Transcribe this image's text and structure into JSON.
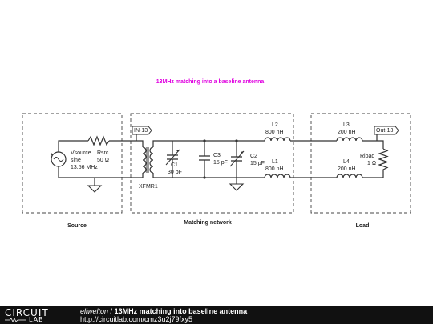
{
  "diagram": {
    "title": "13MHz matching into a baseline antenna",
    "sections": {
      "source": "Source",
      "matching": "Matching network",
      "load": "Load"
    },
    "components": {
      "vsource": [
        "Vsource",
        "sine",
        "13.56 MHz"
      ],
      "rsrc": [
        "Rsrc",
        "50 Ω"
      ],
      "xfmr": "XFMR1",
      "c1": [
        "C1",
        "30 pF"
      ],
      "c3": [
        "C3",
        "15 pF"
      ],
      "c2": [
        "C2",
        "15 pF"
      ],
      "l2": [
        "L2",
        "800 nH"
      ],
      "l1": [
        "L1",
        "800 nH"
      ],
      "l3": [
        "L3",
        "200 nH"
      ],
      "l4": [
        "L4",
        "200 nH"
      ],
      "rload": [
        "Rload",
        "1 Ω"
      ]
    },
    "nodes": {
      "in": "IN-13",
      "out": "Out-13"
    },
    "colors": {
      "title": "#e000e0",
      "wire": "#333333"
    }
  },
  "footer": {
    "logo": [
      "CIRCUIT",
      "LAB"
    ],
    "author": "eliwelton",
    "separator": "/",
    "page_title": "13MHz matching into baseline antenna",
    "url": "http://circuitlab.com/cmz3u2j79fxy5"
  }
}
